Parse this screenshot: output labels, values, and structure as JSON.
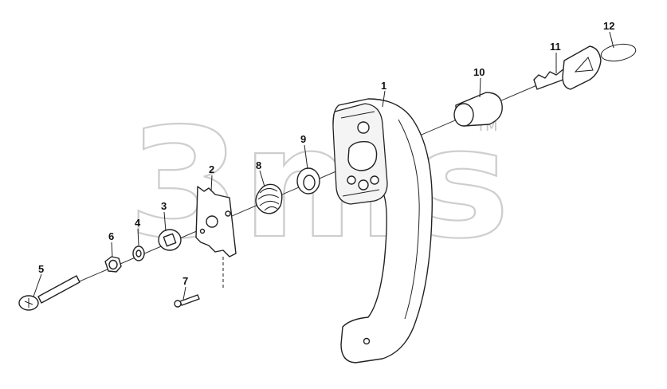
{
  "diagram": {
    "watermark": {
      "logo_mark": "3ms",
      "trademark": "TM"
    },
    "callouts": [
      {
        "id": "1",
        "part": "door-handle"
      },
      {
        "id": "2",
        "part": "lock-plate"
      },
      {
        "id": "3",
        "part": "square-washer"
      },
      {
        "id": "4",
        "part": "lock-washer"
      },
      {
        "id": "5",
        "part": "bolt"
      },
      {
        "id": "6",
        "part": "nut"
      },
      {
        "id": "7",
        "part": "small-screw"
      },
      {
        "id": "8",
        "part": "spring"
      },
      {
        "id": "9",
        "part": "snap-ring"
      },
      {
        "id": "10",
        "part": "lock-cylinder"
      },
      {
        "id": "11",
        "part": "key"
      },
      {
        "id": "12",
        "part": "key-ring-tag"
      }
    ]
  }
}
